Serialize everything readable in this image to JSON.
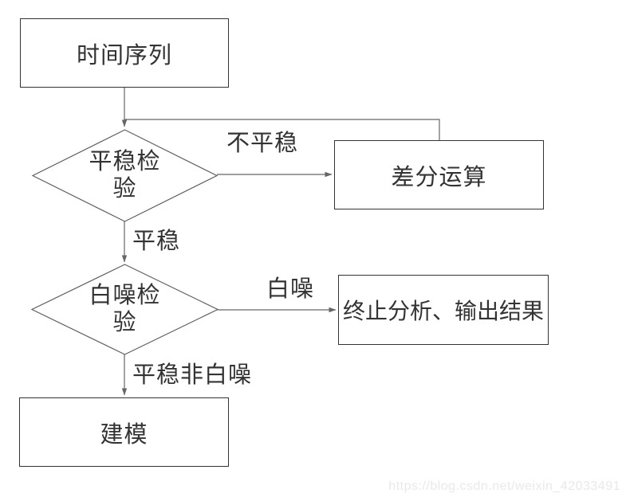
{
  "diagram": {
    "title": "time-series-analysis-flowchart",
    "nodes": {
      "time_series": "时间序列",
      "stationarity_test": "平稳检验",
      "difference_operation": "差分运算",
      "white_noise_test": "白噪检验",
      "terminate_output": "终止分析、输出结果",
      "modeling": "建模"
    },
    "edge_labels": {
      "not_stationary": "不平稳",
      "stationary": "平稳",
      "white_noise": "白噪",
      "stationary_non_white_noise": "平稳非白噪"
    }
  },
  "watermark": "https://blog.csdn.net/weixin_42033491",
  "colors": {
    "background": "#ffffff",
    "box_border": "#333333",
    "diamond_stroke": "#5f5f5f",
    "arrow_stroke": "#666666",
    "text": "#333333",
    "watermark_text": "#e9e9e9"
  }
}
